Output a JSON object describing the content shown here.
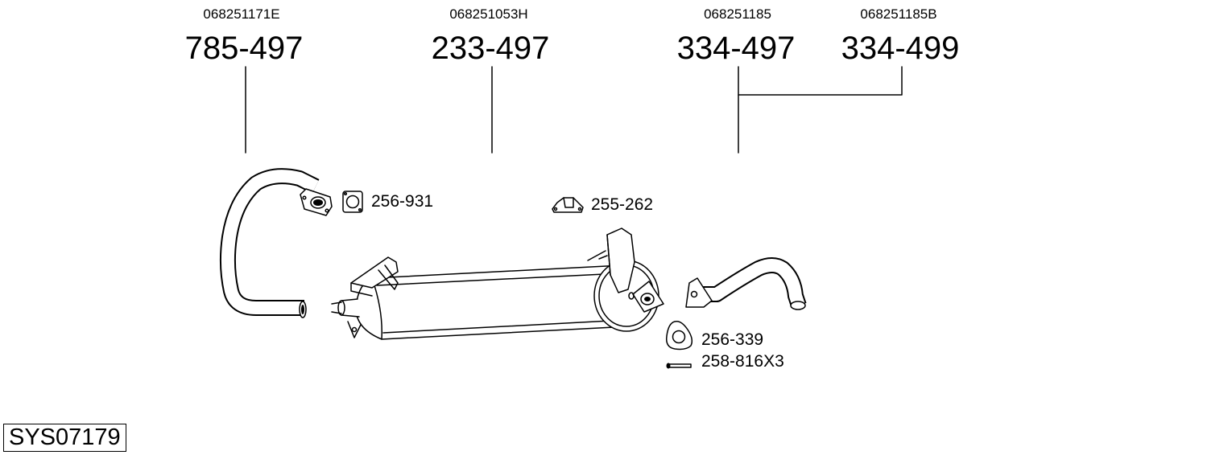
{
  "parts": [
    {
      "oem": "068251171E",
      "number": "785-497"
    },
    {
      "oem": "068251053H",
      "number": "233-497"
    },
    {
      "oem": "068251185",
      "number": "334-497"
    },
    {
      "oem": "068251185B",
      "number": "334-499"
    }
  ],
  "accessories": [
    {
      "number": "256-931"
    },
    {
      "number": "255-262"
    },
    {
      "number": "256-339"
    },
    {
      "number": "258-816X3"
    }
  ],
  "system_id": "SYS07179"
}
